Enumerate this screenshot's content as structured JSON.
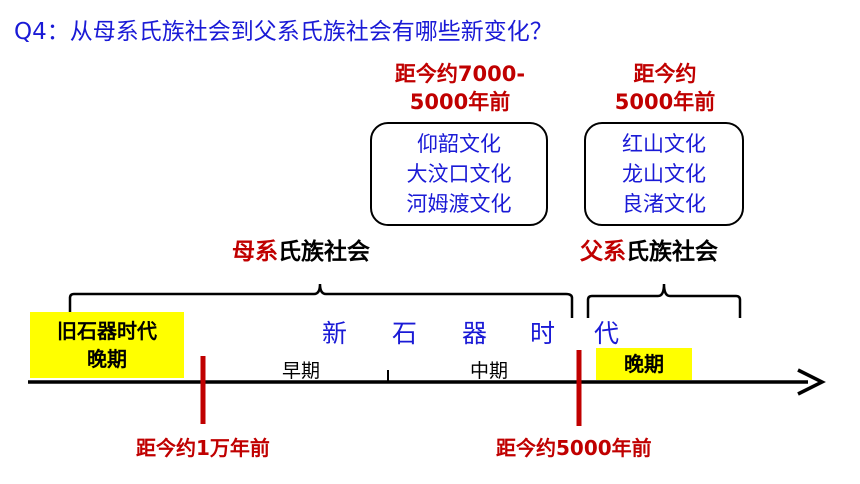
{
  "question": "Q4：从母系氏族社会到父系氏族社会有哪些新变化？",
  "left_period": {
    "line1": "距今约7000-",
    "line2": "5000年前"
  },
  "right_period": {
    "line1": "距今约",
    "line2": "5000年前"
  },
  "left_cultures": [
    "仰韶文化",
    "大汶口文化",
    "河姆渡文化"
  ],
  "right_cultures": [
    "红山文化",
    "龙山文化",
    "良渚文化"
  ],
  "matriarchal": {
    "highlight": "母系",
    "rest": "氏族社会"
  },
  "patriarchal": {
    "highlight": "父系",
    "rest": "氏族社会"
  },
  "paleolithic": {
    "line1": "旧石器时代",
    "line2": "晚期"
  },
  "neolithic_chars": [
    "新",
    "石",
    "器",
    "时",
    "代"
  ],
  "phases": {
    "early": "早期",
    "middle": "中期",
    "late": "晚期"
  },
  "markers": {
    "left": "距今约1万年前",
    "right": "距今约5000年前"
  },
  "colors": {
    "red": "#c00000",
    "blue": "#1a1ad6",
    "highlight": "#ffff00"
  }
}
